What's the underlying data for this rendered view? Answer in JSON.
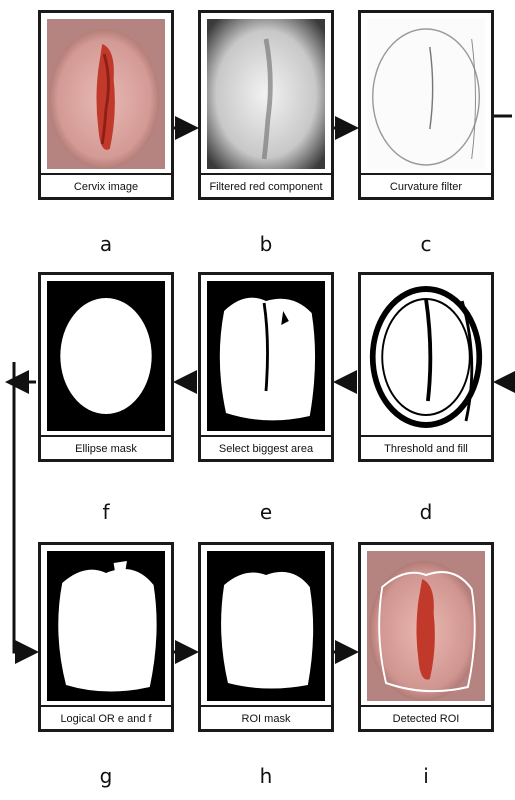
{
  "panels": [
    {
      "id": "a",
      "caption": "Cervix image",
      "letter": "a"
    },
    {
      "id": "b",
      "caption": "Filtered red component",
      "letter": "b"
    },
    {
      "id": "c",
      "caption": "Curvature filter",
      "letter": "c"
    },
    {
      "id": "f",
      "caption": "Ellipse mask",
      "letter": "f"
    },
    {
      "id": "e",
      "caption": "Select biggest area",
      "letter": "e"
    },
    {
      "id": "d",
      "caption": "Threshold and fill",
      "letter": "d"
    },
    {
      "id": "g",
      "caption": "Logical OR e and f",
      "letter": "g"
    },
    {
      "id": "h",
      "caption": "ROI mask",
      "letter": "h"
    },
    {
      "id": "i",
      "caption": "Detected ROI",
      "letter": "i"
    }
  ]
}
